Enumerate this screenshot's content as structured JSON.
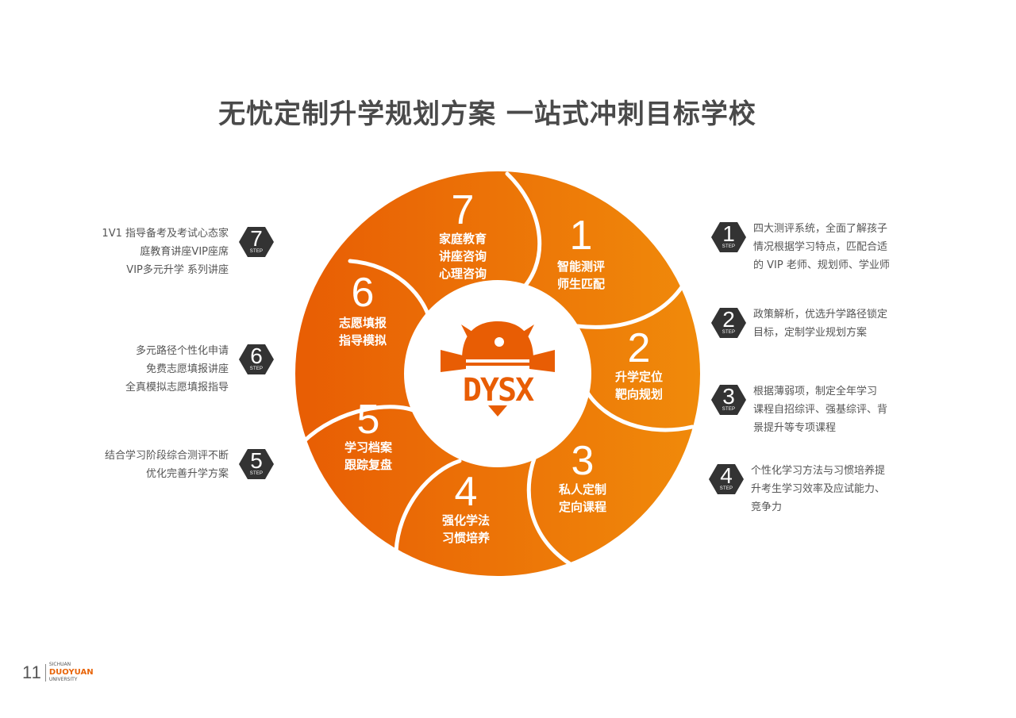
{
  "title": "无忧定制升学规划方案  一站式冲刺目标学校",
  "colors": {
    "accent_dark": "#e85d04",
    "accent_light": "#f08a0a",
    "hex_badge": "#333333",
    "text_gray": "#555555",
    "title_gray": "#4a4a4a"
  },
  "wheel": {
    "center_logo": "DYSX",
    "segments": [
      {
        "num": "1",
        "line1": "智能测评",
        "line2": "师生匹配",
        "line3": ""
      },
      {
        "num": "2",
        "line1": "升学定位",
        "line2": "靶向规划",
        "line3": ""
      },
      {
        "num": "3",
        "line1": "私人定制",
        "line2": "定向课程",
        "line3": ""
      },
      {
        "num": "4",
        "line1": "强化学法",
        "line2": "习惯培养",
        "line3": ""
      },
      {
        "num": "5",
        "line1": "学习档案",
        "line2": "跟踪复盘",
        "line3": ""
      },
      {
        "num": "6",
        "line1": "志愿填报",
        "line2": "指导模拟",
        "line3": ""
      },
      {
        "num": "7",
        "line1": "家庭教育",
        "line2": "讲座咨询",
        "line3": "心理咨询"
      }
    ]
  },
  "steps_left": [
    {
      "num": "7",
      "label": "STEP",
      "lines": [
        "1V1 指导备考及考试心态家",
        "庭教育讲座VIP座席",
        "VIP多元升学 系列讲座"
      ]
    },
    {
      "num": "6",
      "label": "STEP",
      "lines": [
        "多元路径个性化申请",
        "免费志愿填报讲座",
        "全真模拟志愿填报指导"
      ]
    },
    {
      "num": "5",
      "label": "STEP",
      "lines": [
        "结合学习阶段综合测评不断",
        "优化完善升学方案"
      ]
    }
  ],
  "steps_right": [
    {
      "num": "1",
      "label": "STEP",
      "lines": [
        "四大测评系统，全面了解孩子",
        "情况根据学习特点，匹配合适",
        "的 VIP 老师、规划师、学业师"
      ]
    },
    {
      "num": "2",
      "label": "STEP",
      "lines": [
        "政策解析，优选升学路径锁定",
        "目标，定制学业规划方案"
      ]
    },
    {
      "num": "3",
      "label": "STEP",
      "lines": [
        "根据薄弱项，制定全年学习",
        "课程自招综评、强基综评、背",
        "景提升等专项课程"
      ]
    },
    {
      "num": "4",
      "label": "STEP",
      "lines": [
        "个性化学习方法与习惯培养提",
        "升考生学习效率及应试能力、",
        "竞争力"
      ]
    }
  ],
  "footer": {
    "page_number": "11",
    "brand_top": "SICHUAN",
    "brand_main": "DUOYUAN",
    "brand_bottom": "UNIVERSITY"
  }
}
